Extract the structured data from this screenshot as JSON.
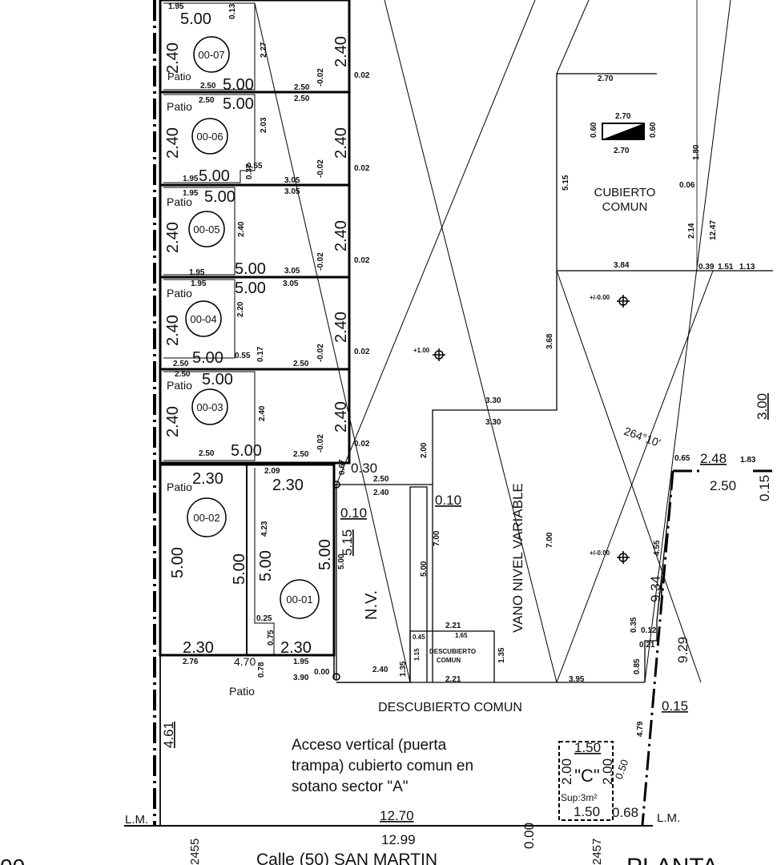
{
  "units": [
    {
      "id": "00-07",
      "patio_label": "Patio",
      "width": "5.00",
      "width_bottom": "5.00",
      "height": "2.40",
      "height_right": "2.40"
    },
    {
      "id": "00-06",
      "patio_label": "Patio",
      "width": "5.00",
      "width_bottom": "5.00",
      "height": "2.40",
      "height_right": "2.40"
    },
    {
      "id": "00-05",
      "patio_label": "Patio",
      "width": "5.00",
      "width_bottom": "5.00",
      "height": "2.40",
      "height_right": "2.40"
    },
    {
      "id": "00-04",
      "patio_label": "Patio",
      "width": "5.00",
      "width_bottom": "5.00",
      "height": "2.40",
      "height_right": "2.40"
    },
    {
      "id": "00-03",
      "patio_label": "Patio",
      "width": "5.00",
      "width_bottom": "5.00",
      "height": "2.40",
      "height_right": "2.40"
    },
    {
      "id": "00-02",
      "patio_label": "Patio",
      "width": "2.30",
      "width_bottom": "2.30",
      "height": "5.00",
      "height_right": "5.00"
    },
    {
      "id": "00-01",
      "patio_label": "",
      "width": "2.30",
      "width_bottom": "2.30",
      "height": "5.00",
      "height_right": "5.00"
    }
  ],
  "labels": {
    "cubierto_comun": [
      "CUBIERTO",
      "COMUN"
    ],
    "descubierto_comun": "DESCUBIERTO COMUN",
    "descubierto_comun_small": [
      "DESCUBIERTO",
      "COMUN"
    ],
    "vano": "VANO NIVEL VARIABLE",
    "nv": "N.V.",
    "patio": "Patio",
    "acceso": [
      "Acceso vertical (puerta",
      "trampa) cubierto comun en",
      "sotano sector \"A\""
    ],
    "street": "Calle (50) SAN MARTIN",
    "lm_left": "L.M.",
    "lm_right": "L.M.",
    "planta_partial": "PLANTA",
    "left_partial": "00",
    "box_c": "\"C\"",
    "box_c_sup": "Sup:3m²",
    "angle": "264°10'"
  },
  "levels": [
    "+1.00",
    "+/-0.00",
    "+/-0.00"
  ],
  "parcels": [
    "2455",
    "2457"
  ],
  "dims": {
    "d_270_top": "2.70",
    "d_270_stair": "2.70",
    "d_270_stair_b": "2.70",
    "d_060_a": "0.60",
    "d_060_b": "0.60",
    "d_515_a": "5.15",
    "d_180": "1.80",
    "d_006": "0.06",
    "d_214": "2.14",
    "d_1247": "12.47",
    "d_384": "3.84",
    "d_039": "0.39",
    "d_151": "1.51",
    "d_113": "1.13",
    "d_368": "3.68",
    "d_330_a": "3.30",
    "d_330_b": "3.30",
    "d_200_v": "2.00",
    "d_700_a": "7.00",
    "d_700_b": "7.00",
    "d_500_v": "5.00",
    "d_010_a": "0.10",
    "d_010_b": "0.10",
    "d_515_b": "5.15",
    "d_500_small": "5.00",
    "d_250_a": "2.50",
    "d_240_a": "2.40",
    "d_030": "0.30",
    "d_067": "0.67",
    "d_209": "2.09",
    "d_423": "4.23",
    "d_025": "0.25",
    "d_075": "0.75",
    "d_078": "0.78",
    "d_276": "2.76",
    "d_470": "4.70",
    "d_195_u": "1.95",
    "d_390": "3.90",
    "d_000": "0.00",
    "d_240_b": "2.40",
    "d_221_a": "2.21",
    "d_165": "1.65",
    "d_221_b": "2.21",
    "d_045": "0.45",
    "d_115": "1.15",
    "d_135_a": "1.35",
    "d_135_b": "1.35",
    "d_395": "3.95",
    "d_065": "0.65",
    "d_248": "2.48",
    "d_183": "1.83",
    "d_250_b": "2.50",
    "d_300": "3.00",
    "d_015_a": "0.15",
    "d_455": "4.55",
    "d_934": "9.34",
    "d_035": "0.35",
    "d_012": "0.12",
    "d_021": "0.21",
    "d_085": "0.85",
    "d_929": "9.29",
    "d_015_b": "0.15",
    "d_479": "4.79",
    "d_461": "4.61",
    "d_150_a": "1.50",
    "d_150_b": "1.50",
    "d_200_c": "2.00",
    "d_200_c2": "2.00",
    "d_068": "0.68",
    "d_1270": "12.70",
    "d_1299": "12.99",
    "d_000_b": "0.00",
    "d_050": "0.50",
    "d_002_1": "-0.02",
    "d_002_2": "-0.02",
    "d_002_3": "-0.02",
    "d_002_4": "-0.02",
    "d_002_5": "-0.02",
    "d_002_6": "0.02",
    "d_002_7": "0.02",
    "d_002_8": "0.02",
    "d_002_9": "0.02",
    "d_002_10": "0.02",
    "d_195_1": "1.95",
    "d_013": "0.13",
    "d_227": "2.27",
    "d_250_1": "2.50",
    "d_250_2": "2.50",
    "d_250_3": "2.50",
    "d_250_4": "2.50",
    "d_203": "2.03",
    "d_055_1": "0.55",
    "d_195_2": "1.95",
    "d_037": "0.37",
    "d_305_1": "3.05",
    "d_195_3": "1.95",
    "d_305_2": "3.05",
    "d_240_5": "2.40",
    "d_195_4": "1.95",
    "d_305_3": "3.05",
    "d_195_5": "1.95",
    "d_305_4": "3.05",
    "d_220": "2.20",
    "d_250_5": "2.50",
    "d_055_2": "0.55",
    "d_017": "0.17",
    "d_250_6": "2.50",
    "d_250_7": "2.50",
    "d_240_3": "2.40",
    "d_250_8": "2.50",
    "d_250_9": "2.50",
    "d_250_10": "2.50"
  }
}
